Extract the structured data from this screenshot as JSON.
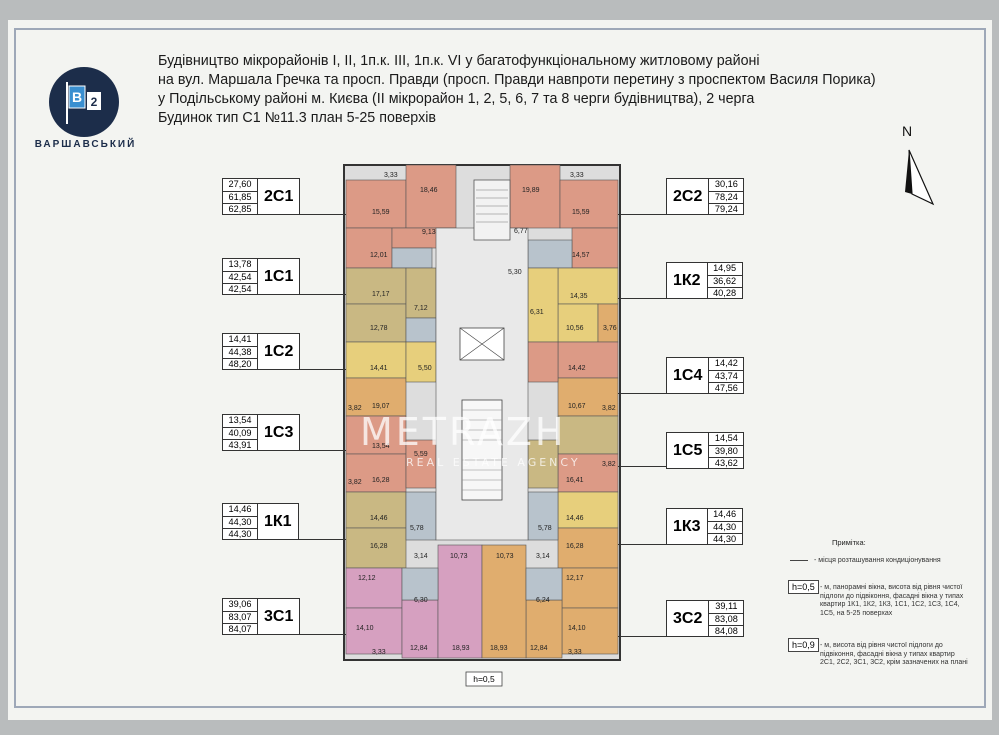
{
  "title": {
    "line1": "Будівництво мікрорайонів І, ІІ, 1п.к. ІІІ, 1п.к. VI у багатофункціональному житловому районі",
    "line2": "на вул. Маршала Гречка та просп. Правди (просп. Правди навпроти перетину з проспектом Василя Порика)",
    "line3": "у Подільському районі м. Києва (ІІ мікрорайон 1, 2, 5, 6, 7 та 8 черги будівництва), 2 черга",
    "line4": "Будинок тип С1    №11.3   план 5-25 поверхів"
  },
  "logo": {
    "letter": "B",
    "number": "2",
    "name": "ВАРШАВСЬКИЙ",
    "color": "#1c2d4a",
    "accent": "#3a8fd0"
  },
  "north_label": "N",
  "watermark": {
    "main": "METRAZH",
    "sub": "REAL ESTATE AGENCY"
  },
  "apartments_left": [
    {
      "code": "2С1",
      "v1": "27,60",
      "v2": "61,85",
      "v3": "62,85"
    },
    {
      "code": "1С1",
      "v1": "13,78",
      "v2": "42,54",
      "v3": "42,54"
    },
    {
      "code": "1С2",
      "v1": "14,41",
      "v2": "44,38",
      "v3": "48,20"
    },
    {
      "code": "1С3",
      "v1": "13,54",
      "v2": "40,09",
      "v3": "43,91"
    },
    {
      "code": "1К1",
      "v1": "14,46",
      "v2": "44,30",
      "v3": "44,30"
    },
    {
      "code": "3С1",
      "v1": "39,06",
      "v2": "83,07",
      "v3": "84,07"
    }
  ],
  "apartments_right": [
    {
      "code": "2С2",
      "v1": "30,16",
      "v2": "78,24",
      "v3": "79,24"
    },
    {
      "code": "1К2",
      "v1": "14,95",
      "v2": "36,62",
      "v3": "40,28"
    },
    {
      "code": "1С4",
      "v1": "14,42",
      "v2": "43,74",
      "v3": "47,56"
    },
    {
      "code": "1С5",
      "v1": "14,54",
      "v2": "39,80",
      "v3": "43,62"
    },
    {
      "code": "1К3",
      "v1": "14,46",
      "v2": "44,30",
      "v3": "44,30"
    },
    {
      "code": "3С2",
      "v1": "39,11",
      "v2": "83,08",
      "v3": "84,08"
    }
  ],
  "room_areas": {
    "r1": "3,33",
    "r2": "18,46",
    "r3": "15,59",
    "r4": "9,13",
    "r5": "12,01",
    "r6": "17,17",
    "r7": "7,12",
    "r8": "12,78",
    "r9": "14,41",
    "r10": "5,50",
    "r11": "19,07",
    "r12": "3,82",
    "r13": "13,54",
    "r14": "5,59",
    "r15": "16,28",
    "r16": "3,82",
    "r17": "14,46",
    "r18": "5,78",
    "r19": "16,28",
    "r20": "3,14",
    "r21": "10,73",
    "r22": "12,12",
    "r23": "6,30",
    "r24": "14,10",
    "r25": "12,84",
    "r26": "18,93",
    "r27": "3,33",
    "q1": "3,33",
    "q2": "19,89",
    "q3": "15,59",
    "q4": "6,77",
    "q5": "14,57",
    "q6": "5,30",
    "q7": "14,35",
    "q8": "6,31",
    "q9": "10,56",
    "q10": "3,76",
    "q11": "14,42",
    "q12": "3,82",
    "q13": "10,67",
    "q14": "16,41",
    "q15": "3,82",
    "q16": "14,46",
    "q17": "5,78",
    "q18": "16,28",
    "q19": "3,14",
    "q20": "10,73",
    "q21": "12,17",
    "q22": "6,24",
    "q23": "14,10",
    "q24": "12,84",
    "q25": "18,93",
    "q26": "3,33"
  },
  "bottom_h": "h=0,5",
  "notes": {
    "title": "Примітка:",
    "n1": "- місця розташування кондиціонування",
    "h1": "h=0,5",
    "n2": "- м, панорамні вікна, висота від рівня чистої підлоги до підвіконня, фасадні вікна у типах квартир 1К1, 1К2, 1К3, 1С1, 1С2, 1С3, 1С4, 1С5, на 5-25 поверхах",
    "h2": "h=0,9",
    "n3": "- м, висота від рівня чистої підлоги до підвіконня, фасадні вікна у типах квартир 2С1, 2С2, 3С1, 3С2, крім зазначених на плані"
  },
  "colors": {
    "salmon": "#dc9a86",
    "olive": "#c9b883",
    "orange": "#e0ad6e",
    "yellow": "#e7cf7c",
    "pink": "#d6a0c0",
    "core": "#e9e9e9",
    "grey_room": "#b8c3cc"
  }
}
